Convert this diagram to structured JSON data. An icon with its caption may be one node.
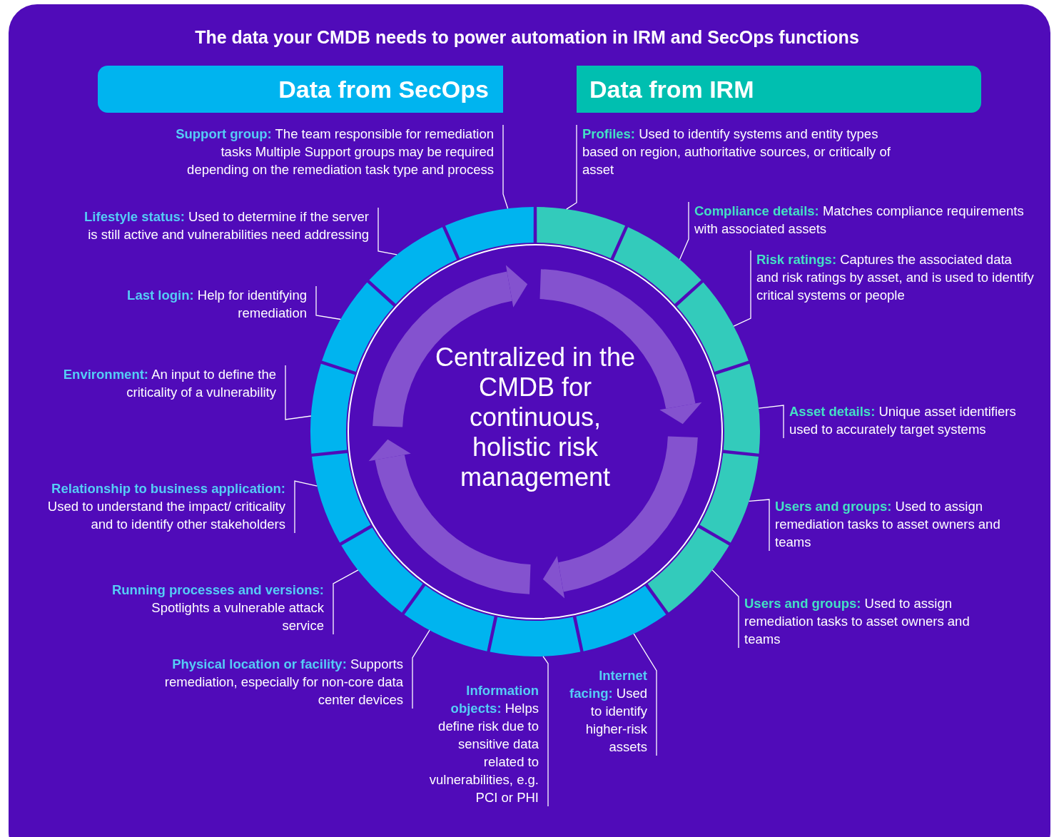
{
  "diagram": {
    "title": "The data your CMDB needs to power automation in IRM and SecOps functions",
    "nodes": [
      {
        "text": [
          "Data from SecOps"
        ]
      },
      {
        "text": [
          "Data from IRM"
        ]
      },
      {
        "text": [
          "Centralized in the CMDB for continuous, holistic risk management"
        ]
      },
      {
        "text": [
          "**Support group:** The team responsible for remediation tasks Multiple Support groups may be required depending on the remediation task type and process"
        ]
      },
      {
        "text": [
          "**Lifestyle status:** Used to determine if the server is still active and vulnerabilities need addressing"
        ]
      },
      {
        "text": [
          "**Last login:** Help for identifying remediation"
        ]
      },
      {
        "text": [
          "**Environment:** An input to define the criticality of a vulnerability"
        ]
      },
      {
        "text": [
          "**Relationship to business application:** Used to understand the impact/ criticality and to identify other stakeholders"
        ]
      },
      {
        "text": [
          "**Running processes and versions:** Spotlights a vulnerable attack service"
        ]
      },
      {
        "text": [
          "**Physical location or facility:** Supports remediation, especially for non-core data center devices"
        ]
      },
      {
        "text": [
          "**Information objects:** Helps define risk due to sensitive data related to vulnerabilities, e.g. PCI or PHI"
        ]
      },
      {
        "text": [
          "**Internet facing:** Used to identify higher-risk assets"
        ]
      },
      {
        "text": [
          "**Profiles:** Used to identify systems and entity types based on region, authoritative sources, or critically of asset"
        ]
      },
      {
        "text": [
          "**Compliance details:** Matches compliance requirements with associated assets"
        ]
      },
      {
        "text": [
          "**Risk ratings:** Captures the associated data and risk ratings by asset, and is used to identify critical systems or people"
        ]
      },
      {
        "text": [
          "**Asset details:** Unique asset identifiers used to accurately target systems"
        ]
      },
      {
        "text": [
          "**Users and groups:** Used to assign remediation tasks to asset owners and teams"
        ]
      },
      {
        "text": [
          "**Users and groups:** Used to assign remediation tasks to asset owners and teams"
        ]
      },
      {
        "text": [],
        "shape": "segment"
      },
      {
        "text": [],
        "shape": "segment"
      },
      {
        "text": [],
        "shape": "segment"
      },
      {
        "text": [],
        "shape": "segment"
      },
      {
        "text": [],
        "shape": "segment"
      },
      {
        "text": [],
        "shape": "segment"
      },
      {
        "text": [],
        "shape": "segment"
      },
      {
        "text": [],
        "shape": "segment"
      },
      {
        "text": [],
        "shape": "segment"
      },
      {
        "text": [],
        "shape": "segment"
      },
      {
        "text": [],
        "shape": "segment"
      },
      {
        "text": [],
        "shape": "segment"
      },
      {
        "text": [],
        "shape": "segment"
      },
      {
        "text": [],
        "shape": "segment"
      },
      {
        "text": [],
        "shape": "segment"
      }
    ],
    "edges": [
      {
        "from": 3,
        "to": 32,
        "arrow": "none"
      },
      {
        "from": 4,
        "to": 31,
        "arrow": "none"
      },
      {
        "from": 5,
        "to": 30,
        "arrow": "none"
      },
      {
        "from": 6,
        "to": 29,
        "arrow": "none"
      },
      {
        "from": 7,
        "to": 28,
        "arrow": "none"
      },
      {
        "from": 8,
        "to": 27,
        "arrow": "none"
      },
      {
        "from": 9,
        "to": 26,
        "arrow": "none"
      },
      {
        "from": 10,
        "to": 25,
        "arrow": "none"
      },
      {
        "from": 11,
        "to": 24,
        "arrow": "none"
      },
      {
        "from": 12,
        "to": 18,
        "arrow": "none"
      },
      {
        "from": 13,
        "to": 19,
        "arrow": "none"
      },
      {
        "from": 14,
        "to": 20,
        "arrow": "none"
      },
      {
        "from": 15,
        "to": 21,
        "arrow": "none"
      },
      {
        "from": 16,
        "to": 22,
        "arrow": "none"
      },
      {
        "from": 17,
        "to": 23,
        "arrow": "none"
      }
    ]
  }
}
